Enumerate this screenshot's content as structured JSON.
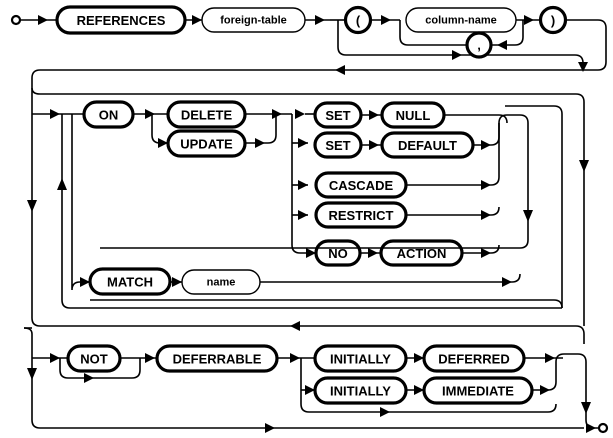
{
  "diagram": {
    "title": "REFERENCES clause railroad syntax diagram",
    "type": "railroad-syntax-diagram",
    "colors": {
      "line": "#000000",
      "background": "#ffffff",
      "node_fill": "#ffffff"
    },
    "nodes": {
      "references": {
        "label": "REFERENCES",
        "kind": "keyword"
      },
      "foreign_table": {
        "label": "foreign-table",
        "kind": "nonterminal"
      },
      "lparen": {
        "label": "(",
        "kind": "keyword"
      },
      "column_name": {
        "label": "column-name",
        "kind": "nonterminal"
      },
      "comma": {
        "label": ",",
        "kind": "keyword"
      },
      "rparen": {
        "label": ")",
        "kind": "keyword"
      },
      "on": {
        "label": "ON",
        "kind": "keyword"
      },
      "delete": {
        "label": "DELETE",
        "kind": "keyword"
      },
      "update": {
        "label": "UPDATE",
        "kind": "keyword"
      },
      "set1": {
        "label": "SET",
        "kind": "keyword"
      },
      "null": {
        "label": "NULL",
        "kind": "keyword"
      },
      "set2": {
        "label": "SET",
        "kind": "keyword"
      },
      "default": {
        "label": "DEFAULT",
        "kind": "keyword"
      },
      "cascade": {
        "label": "CASCADE",
        "kind": "keyword"
      },
      "restrict": {
        "label": "RESTRICT",
        "kind": "keyword"
      },
      "no": {
        "label": "NO",
        "kind": "keyword"
      },
      "action": {
        "label": "ACTION",
        "kind": "keyword"
      },
      "match": {
        "label": "MATCH",
        "kind": "keyword"
      },
      "name": {
        "label": "name",
        "kind": "nonterminal"
      },
      "not": {
        "label": "NOT",
        "kind": "keyword"
      },
      "deferrable": {
        "label": "DEFERRABLE",
        "kind": "keyword"
      },
      "initially1": {
        "label": "INITIALLY",
        "kind": "keyword"
      },
      "deferred": {
        "label": "DEFERRED",
        "kind": "keyword"
      },
      "initially2": {
        "label": "INITIALLY",
        "kind": "keyword"
      },
      "immediate": {
        "label": "IMMEDIATE",
        "kind": "keyword"
      }
    }
  }
}
